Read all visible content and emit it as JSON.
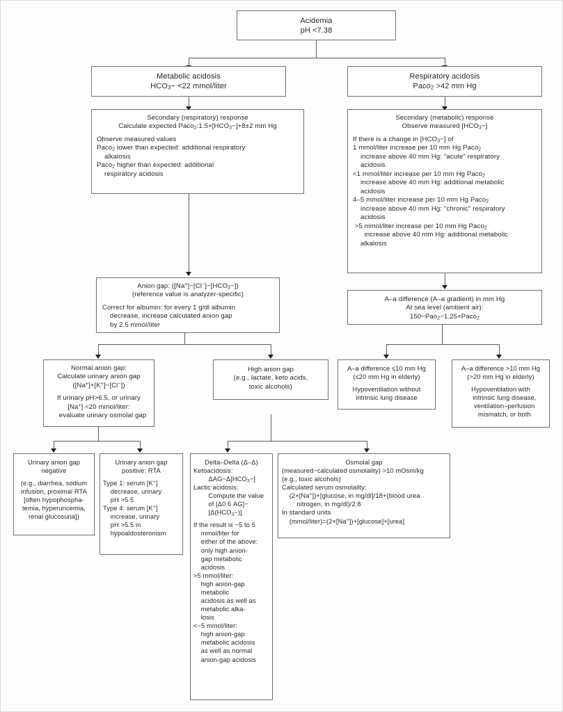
{
  "diagram": {
    "title": "Diagnostic approach to acidemia",
    "type": "flowchart",
    "nodes": {
      "acidemia": {
        "id": "acidemia",
        "lines": [
          "Acidemia",
          "pH <7.38"
        ]
      },
      "metabolic_acidosis": {
        "id": "metabolic-acidosis",
        "lines": [
          "Metabolic acidosis",
          "HCO3− <22 mmol/liter"
        ]
      },
      "respiratory_acidosis": {
        "id": "respiratory-acidosis",
        "lines": [
          "Respiratory acidosis",
          "Paco2 >42 mm Hg"
        ]
      },
      "secondary_respiratory": {
        "id": "secondary-respiratory-response",
        "lines": [
          "Secondary (respiratory) response",
          "Calculate expected Paco2:1.5×[HCO3−]+8±2 mm Hg",
          "",
          "Observe measured values",
          "Paco2 lower than expected: additional respiratory",
          "    alkalosis",
          "Paco2 higher than expected: additional",
          "    respiratory acidosis"
        ]
      },
      "secondary_metabolic": {
        "id": "secondary-metabolic-response",
        "lines": [
          "Secondary (metabolic) response",
          "Observe measured [HCO3−]",
          "",
          "If there is a change in [HCO3−] of",
          "1 mmol/liter increase per 10 mm Hg Paco2",
          "    increase above 40 mm Hg: \"acute\" respiratory",
          "    acidosis",
          "<1 mmol/liter increase per 10 mm Hg Paco2",
          "    increase above 40 mm Hg: additional metabolic",
          "    acidosis",
          "4–5 mmol/liter increase per 10 mm Hg Paco2",
          "    increase above 40 mm Hg: \"chronic\" respiratory",
          "    acidosis",
          " >5 mmol/liter increase per 10 mm Hg Paco2",
          "      increase above 40 mm Hg: additional metabolic",
          "    alkalosis"
        ]
      },
      "anion_gap": {
        "id": "anion-gap",
        "lines": [
          "Anion gap: ([Na+]−[Cl−]−[HCO3−])",
          "(reference value is analyzer-specific)",
          "",
          "Correct for albumin: for every 1 g/dl albumin",
          "    decrease, increase calculated anion gap",
          "    by 2.5 mmol/liter"
        ]
      },
      "aa_difference": {
        "id": "a-a-difference",
        "lines": [
          "A–a difference (A–a gradient) in mm Hg",
          "At sea level (ambient air):",
          "150−Pao2−1.25×Paco2"
        ]
      },
      "normal_anion_gap": {
        "id": "normal-anion-gap",
        "lines": [
          "Normal anion gap:",
          "Calculate urinary anion gap",
          "([Na+]+[K+]−[Cl−])",
          "",
          "If urinary pH>6.5, or urinary",
          "[Na+] <20 mmol/liter:",
          "    evaluate urinary osmolal gap"
        ]
      },
      "high_anion_gap": {
        "id": "high-anion-gap",
        "lines": [
          "High anion gap",
          "(e.g., lactate, keto acids,",
          "toxic alcohols)"
        ]
      },
      "aa_low": {
        "id": "a-a-difference-low",
        "lines": [
          "A–a difference ≤10 mm Hg",
          "(≤20 mm Hg in elderly)",
          "",
          "Hypoventilation without",
          "intrinsic lung disease"
        ]
      },
      "aa_high": {
        "id": "a-a-difference-high",
        "lines": [
          "A–a difference >10 mm Hg",
          "(>20 mm Hg in elderly)",
          "",
          "Hypoventilation with",
          "    intrinsic lung disease,",
          "    ventilation–perfusion",
          "    mismatch, or both"
        ]
      },
      "uag_negative": {
        "id": "urinary-anion-gap-negative",
        "lines": [
          "Urinary anion gap",
          "negative",
          "",
          "(e.g., diarrhea, sodium",
          "infusion, proximal RTA",
          "[often hypophospha-",
          "temia, hyperuricemia,",
          "renal glucosuria])"
        ]
      },
      "uag_positive": {
        "id": "urinary-anion-gap-positive",
        "lines": [
          "Urinary anion gap",
          "positive: RTA",
          "",
          "Type 1: serum [K+]",
          "    decrease, urinary",
          "    pH >5.5",
          "Type 4: serum [K+]",
          "    increase, urinary",
          "    pH >5.5 in",
          "    hypoaldosteronism"
        ]
      },
      "delta_delta": {
        "id": "delta-delta",
        "lines": [
          "Delta–Delta (Δ–Δ)",
          "Ketoacidosis:",
          "        ΔAG−Δ[HCO3−]",
          "Lactic acidosis:",
          "        Compute the value",
          "        of [Δ0.6 AG]−",
          "        [Δ(HCO3−)]",
          "",
          "If the result is −5 to 5",
          "    mmol/liter for",
          "    either of the above:",
          "    only high anion-",
          "    gap metabolic",
          "    acidosis",
          ">5 mmol/liter:",
          "    high anion-gap",
          "    metabolic",
          "    acidosis as well as",
          "    metabolic alka-",
          "    losis",
          "<−5 mmol/liter:",
          "    high anion-gap",
          "    metabolic acidosis",
          "    as well as normal",
          "    anion-gap acidosis"
        ]
      },
      "osmolal_gap": {
        "id": "osmolal-gap",
        "lines": [
          "Osmolal gap",
          "(measured−calculated osmolality) >10 mOsm/kg",
          "(e.g., toxic alcohols)",
          "Calculated serum osmolality:",
          "    (2×[Na+])+[glucose, in mg/dl]/18+(blood urea",
          "        nitrogen, in mg/dl)/2.8",
          "In standard units",
          "    (mmol/liter)=(2×[Na+])+[glucose]+[urea]"
        ]
      }
    }
  },
  "colors": {
    "box_border": "#6f6f6f",
    "connector": "#5b5b5b",
    "arrow": "#1d1d1d",
    "text": "#262626",
    "background": "#fdfdfd"
  }
}
